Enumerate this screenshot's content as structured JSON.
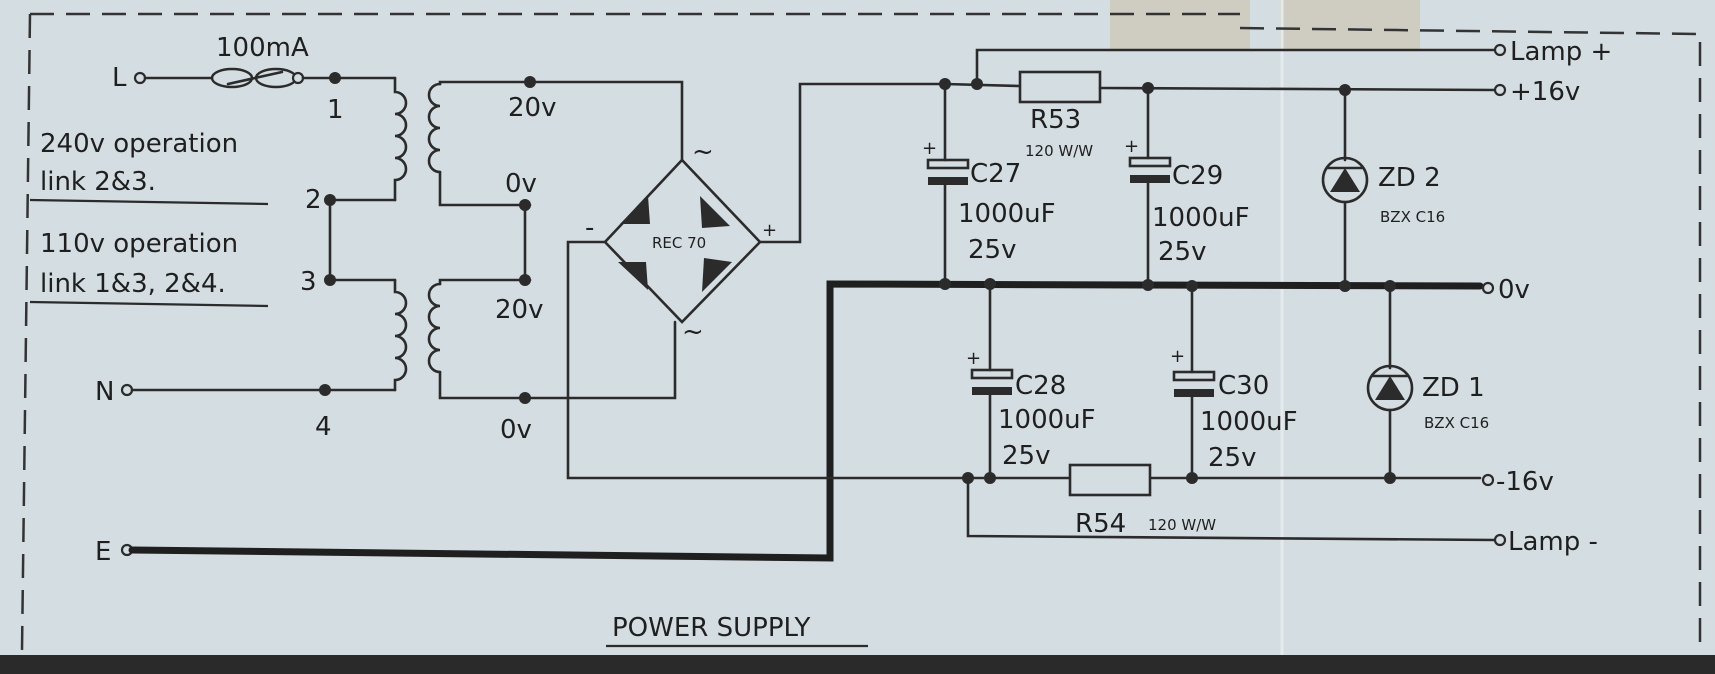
{
  "fuse": {
    "label": "100mA"
  },
  "terminals": {
    "live": "L",
    "neutral": "N",
    "earth": "E"
  },
  "links": {
    "l1": "1",
    "l2": "2",
    "l3": "3",
    "l4": "4"
  },
  "notes": {
    "op240_line1": "240v operation",
    "op240_line2": "link 2&3.",
    "op110_line1": "110v operation",
    "op110_line2": "link 1&3, 2&4."
  },
  "secondary": {
    "top_20v": "20v",
    "top_0v": "0v",
    "bot_20v": "20v",
    "bot_0v": "0v"
  },
  "rectifier": {
    "label": "REC 70",
    "ac_top": "~",
    "ac_bottom": "~",
    "minus": "-",
    "plus": "+"
  },
  "components": {
    "r53": {
      "name": "R53",
      "rating": "120 W/W"
    },
    "r54": {
      "name": "R54",
      "rating": "120 W/W"
    },
    "c27": {
      "name": "C27",
      "value": "1000uF",
      "voltage": "25v",
      "pol": "+"
    },
    "c28": {
      "name": "C28",
      "value": "1000uF",
      "voltage": "25v",
      "pol": "+"
    },
    "c29": {
      "name": "C29",
      "value": "1000uF",
      "voltage": "25v",
      "pol": "+"
    },
    "c30": {
      "name": "C30",
      "value": "1000uF",
      "voltage": "25v",
      "pol": "+"
    },
    "zd2": {
      "name": "ZD 2",
      "part": "BZX C16"
    },
    "zd1": {
      "name": "ZD 1",
      "part": "BZX C16"
    }
  },
  "outputs": {
    "lamp_plus": "Lamp +",
    "plus16": "+16v",
    "zero": "0v",
    "minus16": "-16v",
    "lamp_minus": "Lamp -"
  },
  "title": "POWER SUPPLY"
}
